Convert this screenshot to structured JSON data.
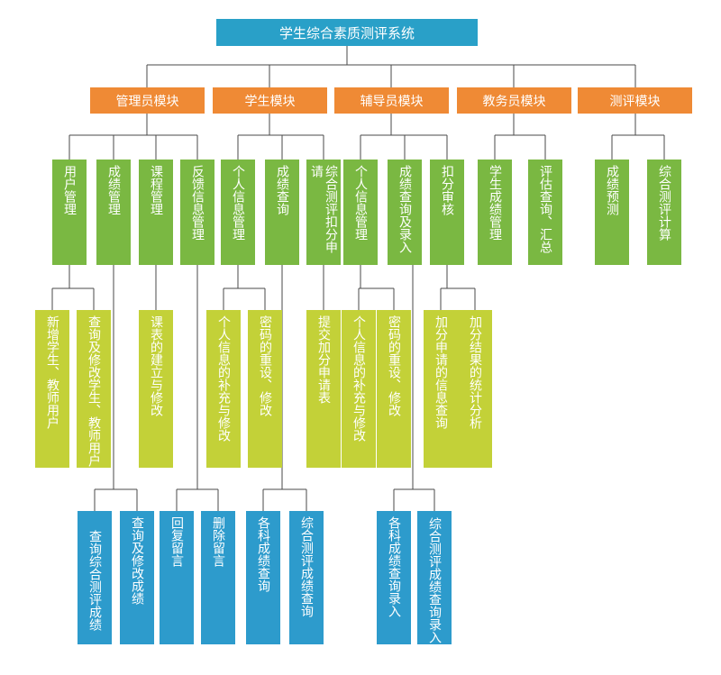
{
  "root": "学生综合素质测评系统",
  "modules": [
    {
      "label": "管理员模块",
      "children": [
        {
          "label": "用户管理",
          "children": [
            "新增学生、教师用户",
            "查询及修改学生、教师用户"
          ]
        },
        {
          "label": "成绩管理",
          "children": [
            "查询综合测评成绩",
            "查询及修改成绩"
          ]
        },
        {
          "label": "课程管理",
          "children": [
            "课表的建立与修改"
          ]
        },
        {
          "label": "反馈信息管理",
          "children": [
            "回复留言",
            "删除留言"
          ]
        }
      ]
    },
    {
      "label": "学生模块",
      "children": [
        {
          "label": "个人信息管理",
          "children": [
            "个人信息的补充与修改",
            "密码的重设、修改"
          ]
        },
        {
          "label": "成绩查询",
          "children": [
            "各科成绩查询",
            "综合测评成绩查询"
          ]
        },
        {
          "label": "综合测评扣分申请",
          "children": [
            "提交加分申请表"
          ]
        }
      ]
    },
    {
      "label": "辅导员模块",
      "children": [
        {
          "label": "个人信息管理",
          "children": [
            "个人信息的补充与修改",
            "密码的重设、修改"
          ]
        },
        {
          "label": "成绩查询及录入",
          "children": [
            "各科成绩查询录入",
            "综合测评成绩查询录入"
          ]
        },
        {
          "label": "扣分审核",
          "children": [
            "加分申请的信息查询",
            "加分结果的统计分析"
          ]
        }
      ]
    },
    {
      "label": "教务员模块",
      "children": [
        {
          "label": "学生成绩管理",
          "children": []
        },
        {
          "label": "评估查询、汇总",
          "children": []
        }
      ]
    },
    {
      "label": "测评模块",
      "children": [
        {
          "label": "成绩预测",
          "children": []
        },
        {
          "label": "综合测评计算",
          "children": []
        }
      ]
    }
  ],
  "colors": {
    "root": "#29a0c8",
    "module": "#ef8a35",
    "level2": "#7ab842",
    "level3": "#c3d138",
    "level4": "#2d9bcc",
    "line": "#4a4a4a"
  }
}
